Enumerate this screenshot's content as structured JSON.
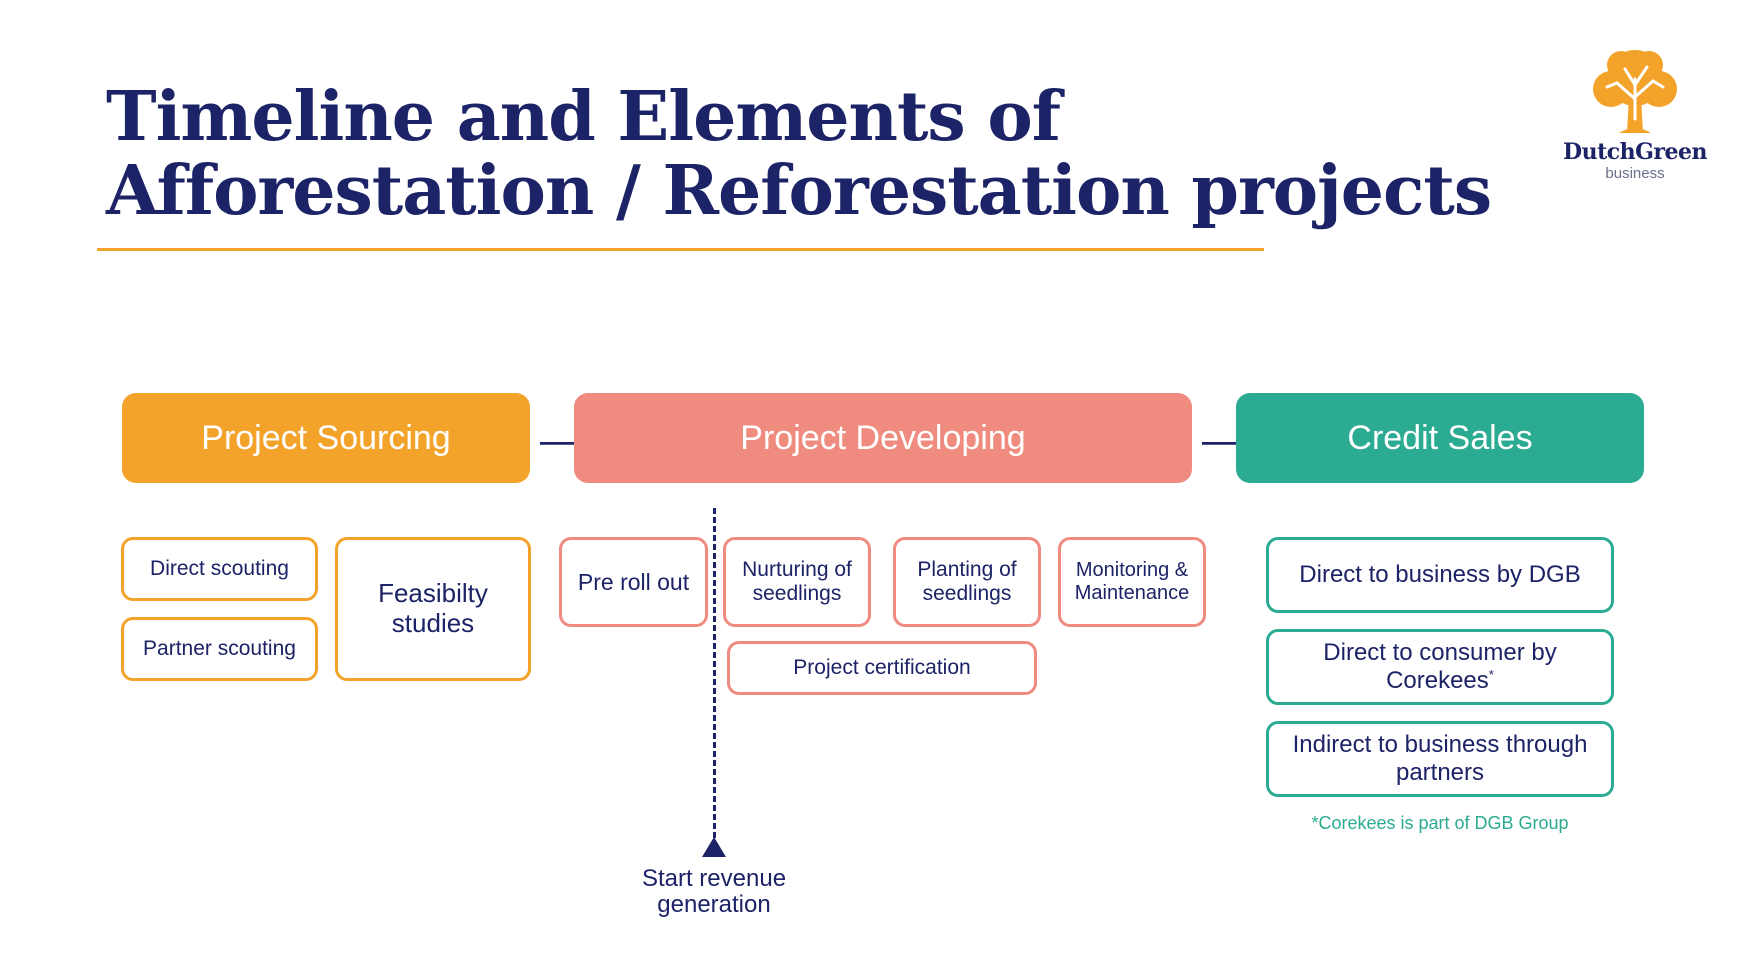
{
  "title": {
    "line1": "Timeline and Elements of",
    "line2": "Afforestation / Reforestation projects"
  },
  "logo": {
    "name": "DutchGreen",
    "sub": "business"
  },
  "colors": {
    "navy": "#1c2366",
    "orange": "#f4a32a",
    "salmon": "#ef8b7f",
    "teal": "#2bab91"
  },
  "phases": {
    "sourcing": "Project Sourcing",
    "developing": "Project Developing",
    "sales": "Credit Sales",
    "arrow_symbol": "⟶"
  },
  "sourcing": {
    "direct_scouting": "Direct scouting",
    "partner_scouting": "Partner scouting",
    "feasibility_studies": "Feasibilty studies"
  },
  "developing": {
    "pre_roll_out": "Pre roll out",
    "nurturing": "Nurturing of seedlings",
    "planting": "Planting of seedlings",
    "monitoring": "Monitoring & Maintenance",
    "certification": "Project certification"
  },
  "milestone": {
    "label": "Start revenue generation"
  },
  "sales": {
    "direct_business": "Direct to business by DGB",
    "direct_consumer": "Direct to consumer by Corekees",
    "direct_consumer_mark": "*",
    "indirect_business": "Indirect to business through partners",
    "footnote": "*Corekees is part of DGB Group"
  }
}
